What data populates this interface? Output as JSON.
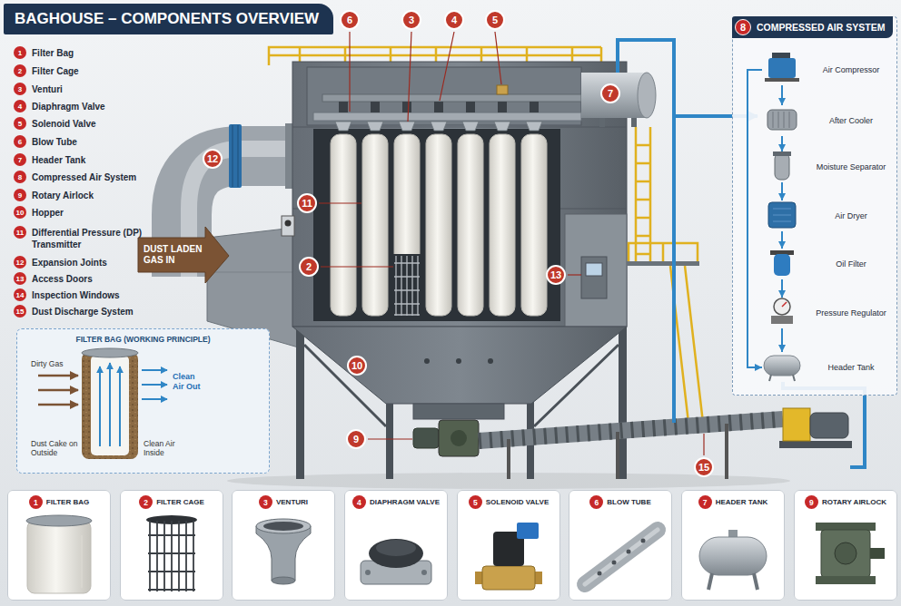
{
  "diagram": {
    "title": "BAGHOUSE – COMPONENTS OVERVIEW",
    "nodes": [
      {
        "text": [
          "8",
          "COMPRESSED AIR SYSTEM"
        ]
      },
      {
        "text": [
          "Air Compressor"
        ],
        "in": 0
      },
      {
        "text": [
          "After Cooler"
        ],
        "in": 0
      },
      {
        "text": [
          "Moisture Separator"
        ],
        "in": 0
      },
      {
        "text": [
          "Air Dryer"
        ],
        "in": 0
      },
      {
        "text": [
          "Oil Filter"
        ],
        "in": 0
      },
      {
        "text": [
          "Pressure Regulator"
        ],
        "in": 0
      },
      {
        "text": [
          "Header Tank"
        ],
        "in": 0
      },
      {
        "text": [
          "FILTER BAG (WORKING PRINCIPLE)"
        ]
      },
      {
        "text": [
          "1",
          "FILTER BAG"
        ]
      },
      {
        "text": [
          "2",
          "FILTER CAGE"
        ]
      },
      {
        "text": [
          "3",
          "VENTURI"
        ]
      },
      {
        "text": [
          "4",
          "DIAPHRAGM VALVE"
        ]
      },
      {
        "text": [
          "5",
          "SOLENOID VALVE"
        ]
      },
      {
        "text": [
          "6",
          "BLOW TUBE"
        ]
      },
      {
        "text": [
          "7",
          "HEADER TANK"
        ]
      },
      {
        "text": [
          "9",
          "ROTARY AIRLOCK"
        ]
      }
    ],
    "edges": [
      {
        "from": 1,
        "to": 2,
        "arrow": "to"
      },
      {
        "from": 2,
        "to": 3,
        "arrow": "to"
      },
      {
        "from": 3,
        "to": 4,
        "arrow": "to"
      },
      {
        "from": 4,
        "to": 5,
        "arrow": "to"
      },
      {
        "from": 5,
        "to": 6,
        "arrow": "to"
      },
      {
        "from": 6,
        "to": 7,
        "arrow": "to"
      },
      {
        "from": 1,
        "to": 7,
        "arrow": "to"
      }
    ],
    "labels": [
      "1",
      "Filter Bag",
      "2",
      "Filter Cage",
      "3",
      "Venturi",
      "4",
      "Diaphragm Valve",
      "5",
      "Solenoid Valve",
      "6",
      "Blow Tube",
      "7",
      "Header Tank",
      "8",
      "Compressed Air System",
      "9",
      "Rotary Airlock",
      "10",
      "Hopper",
      "11",
      "Differential Pressure (DP) Transmitter",
      "12",
      "Expansion Joints",
      "13",
      "Access Doors",
      "14",
      "Inspection Windows",
      "15",
      "Dust Discharge System",
      "6",
      "3",
      "4",
      "5",
      "7",
      "12",
      "11",
      "2",
      "13",
      "10",
      "9",
      "15",
      "DUST LADEN GAS IN",
      "Dirty Gas",
      "Clean Air Out",
      "Dust Cake on Outside",
      "Clean Air Inside"
    ]
  }
}
